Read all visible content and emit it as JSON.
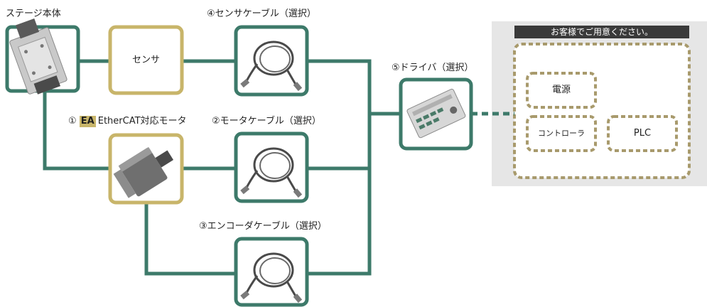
{
  "labels": {
    "stage_body": "ステージ本体",
    "sensor": "センサ",
    "sensor_cable": "④センサケーブル（選択）",
    "driver": "⑤ドライバ（選択）",
    "motor_prefix": "①",
    "motor_badge": "EA",
    "motor_name": "EtherCAT対応モータ",
    "motor_cable": "②モータケーブル（選択）",
    "encoder_cable": "③エンコーダケーブル（選択）",
    "customer_banner": "お客様でご用意ください。",
    "power_supply": "電源",
    "controller": "コントローラ",
    "plc": "PLC"
  },
  "colors": {
    "teal": "#3d7a6a",
    "gold": "#c8b56a",
    "dashed_gold": "#a89a6c",
    "panel_bg": "#e6e6e6",
    "banner_bg": "#3a3a3a"
  },
  "icons": {
    "stage": "linear-stage-icon",
    "motor": "servo-motor-icon",
    "cable": "coiled-cable-icon",
    "driver": "driver-unit-icon"
  }
}
